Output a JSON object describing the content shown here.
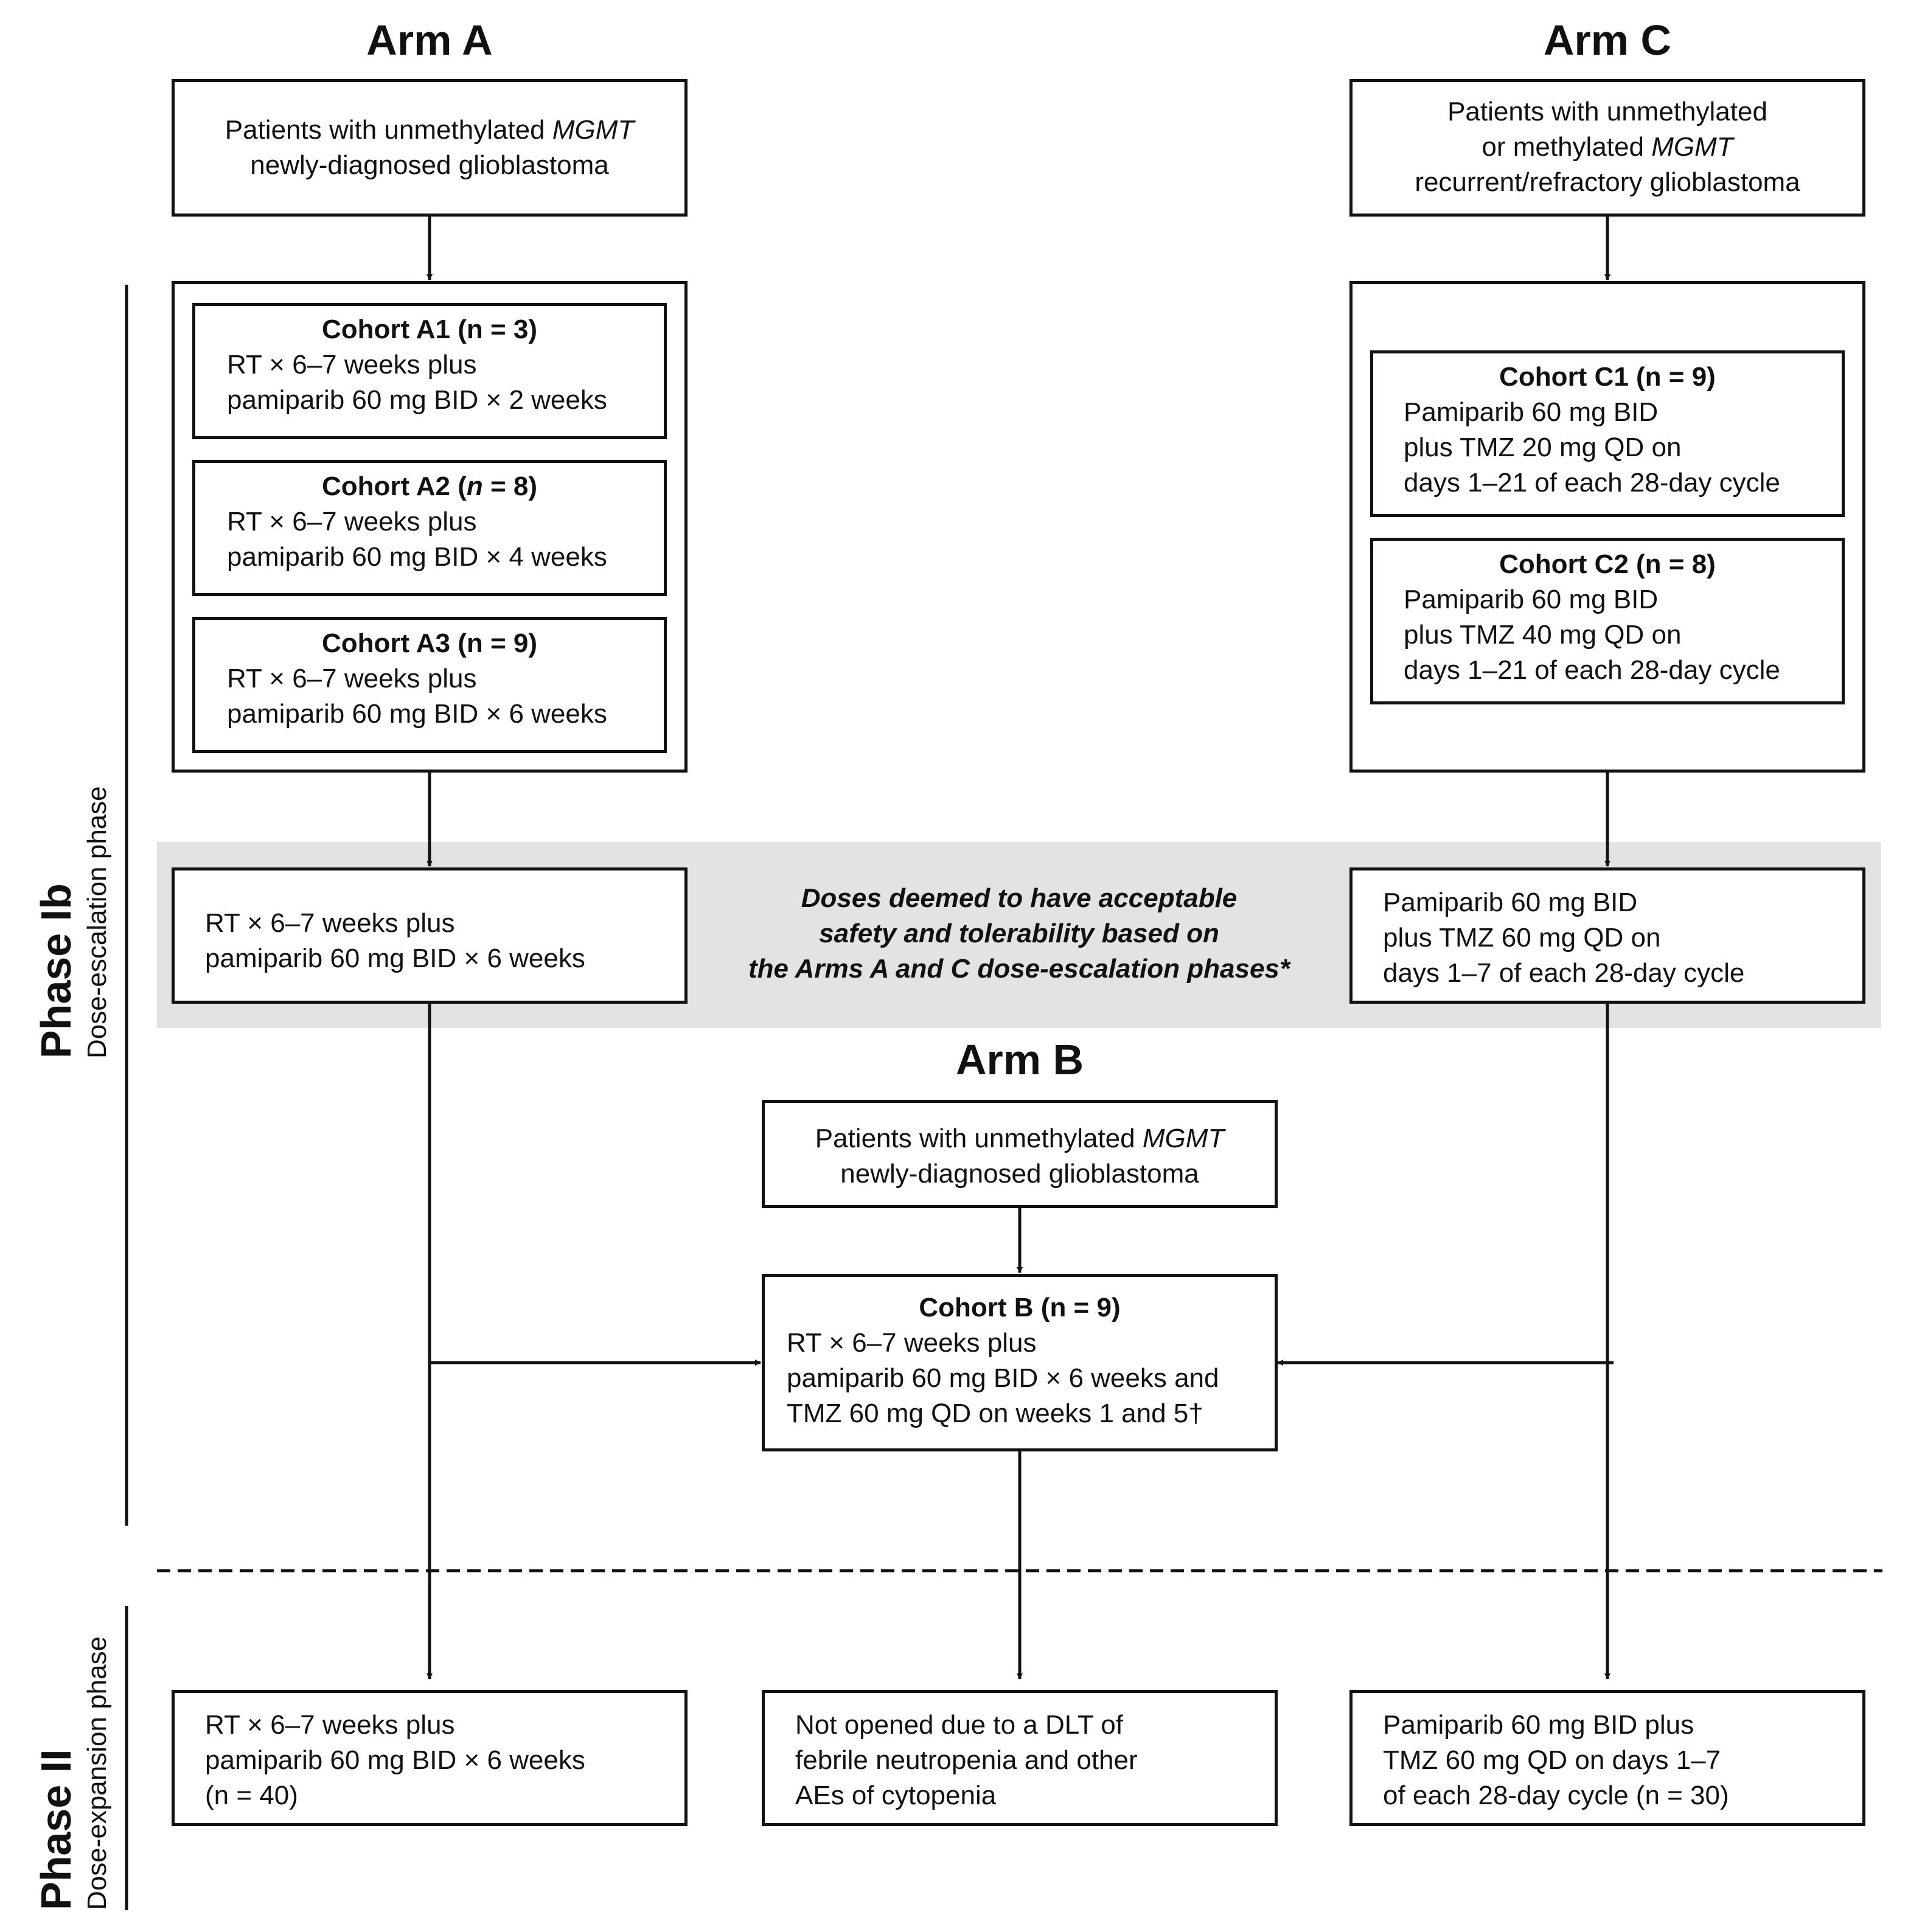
{
  "colors": {
    "ink": "#111111",
    "band": "#e3e3e3"
  },
  "arm_a": {
    "title": "Arm A",
    "patients": {
      "pre": "Patients with unmethylated ",
      "italic": "MGMT",
      "line2": "newly-diagnosed glioblastoma"
    },
    "cohorts": [
      {
        "title": "Cohort A1 (n = 3)",
        "line1": "RT × 6–7 weeks plus",
        "line2": "pamiparib 60 mg BID × 2 weeks"
      },
      {
        "title_pre": "Cohort A2 (",
        "title_italic": "n",
        "title_post": " = 8)",
        "line1": "RT × 6–7 weeks plus",
        "line2": "pamiparib 60 mg BID × 4 weeks"
      },
      {
        "title": "Cohort A3 (n = 9)",
        "line1": "RT × 6–7 weeks plus",
        "line2": "pamiparib 60 mg BID × 6 weeks"
      }
    ],
    "selected": {
      "line1": "RT × 6–7 weeks plus",
      "line2": "pamiparib 60 mg BID × 6 weeks"
    },
    "expansion": {
      "line1": "RT × 6–7 weeks plus",
      "line2": "pamiparib 60 mg BID × 6 weeks",
      "line3": "(n = 40)"
    }
  },
  "arm_c": {
    "title": "Arm C",
    "patients": {
      "line1": "Patients with unmethylated",
      "pre": "or methylated ",
      "italic": "MGMT",
      "line3": "recurrent/refractory glioblastoma"
    },
    "cohorts": [
      {
        "title": "Cohort C1 (n = 9)",
        "line1": "Pamiparib 60 mg BID",
        "line2": "plus TMZ 20 mg QD on",
        "line3": "days 1–21 of each 28-day cycle"
      },
      {
        "title": "Cohort C2 (n = 8)",
        "line1": "Pamiparib 60 mg BID",
        "line2": "plus TMZ 40 mg QD on",
        "line3": "days 1–21 of each 28-day cycle"
      }
    ],
    "selected": {
      "line1": "Pamiparib 60 mg BID",
      "line2": "plus TMZ 60 mg QD on",
      "line3": "days 1–7 of each 28-day cycle"
    },
    "expansion": {
      "line1": "Pamiparib 60 mg BID plus",
      "line2": "TMZ 60 mg QD on days 1–7",
      "line3": "of each 28-day cycle (n = 30)"
    }
  },
  "middle_note": {
    "line1": "Doses deemed to have acceptable",
    "line2": "safety and tolerability based on",
    "line3": "the Arms A and C dose-escalation phases*"
  },
  "arm_b": {
    "title": "Arm B",
    "patients": {
      "pre": "Patients with unmethylated ",
      "italic": "MGMT",
      "line2": "newly-diagnosed glioblastoma"
    },
    "cohort": {
      "title": "Cohort B (n = 9)",
      "line1": "RT × 6–7 weeks plus",
      "line2": "pamiparib 60 mg BID × 6 weeks and",
      "line3": "TMZ 60 mg QD on weeks 1 and 5†"
    },
    "expansion": {
      "line1": "Not opened due to a DLT of",
      "line2": "febrile neutropenia and other",
      "line3": "AEs of cytopenia"
    }
  },
  "phases": {
    "phase1": {
      "title": "Phase Ib",
      "subtitle": "Dose-escalation phase"
    },
    "phase2": {
      "title": "Phase II",
      "subtitle": "Dose-expansion phase"
    }
  }
}
